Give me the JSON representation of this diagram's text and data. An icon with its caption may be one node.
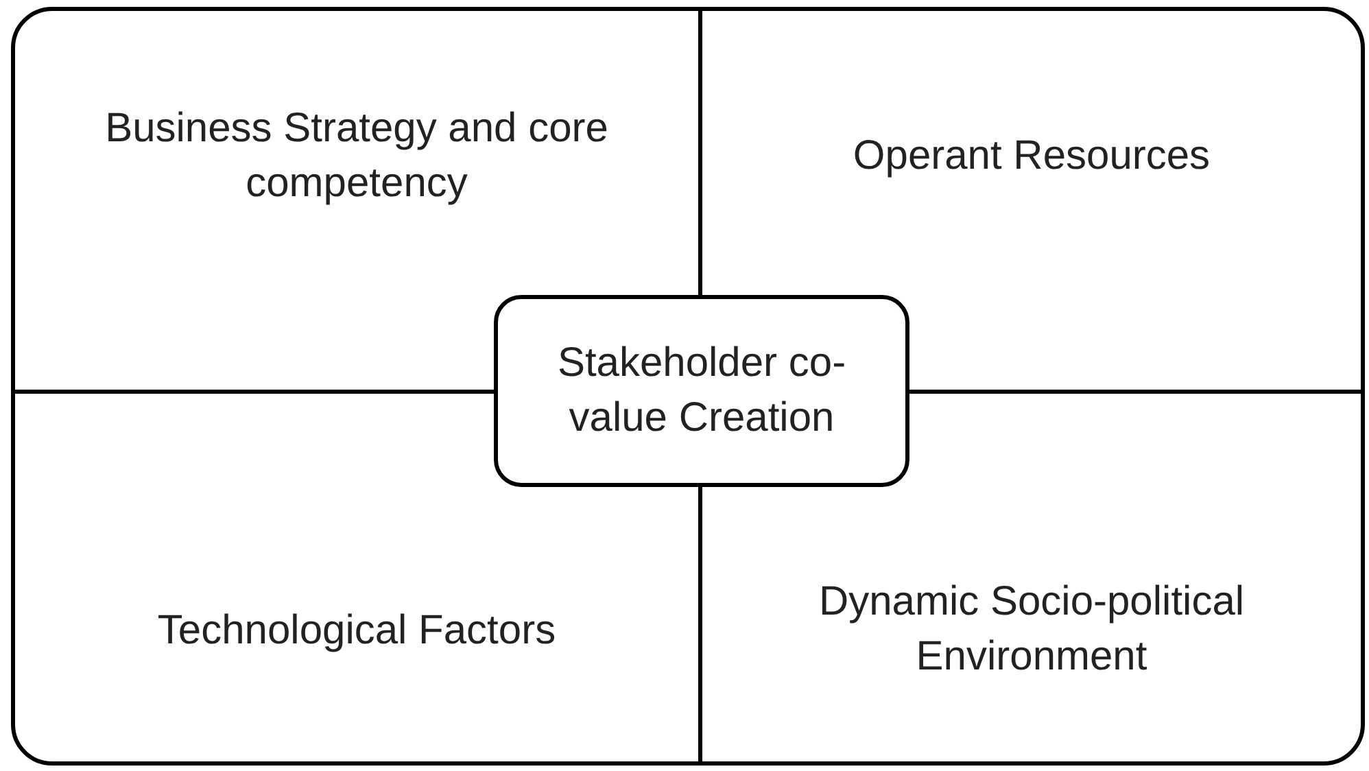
{
  "diagram": {
    "nodes": [
      {
        "text": [],
        "shape": "box"
      },
      {
        "text": [
          "Business Strategy and core competency"
        ],
        "in": 0
      },
      {
        "text": [
          "Operant Resources"
        ],
        "in": 0
      },
      {
        "text": [
          "Technological Factors"
        ],
        "in": 0
      },
      {
        "text": [
          "Dynamic Socio-political Environment"
        ],
        "in": 0
      },
      {
        "text": [
          "Stakeholder co-value Creation"
        ],
        "in": 0
      }
    ],
    "edges": []
  }
}
